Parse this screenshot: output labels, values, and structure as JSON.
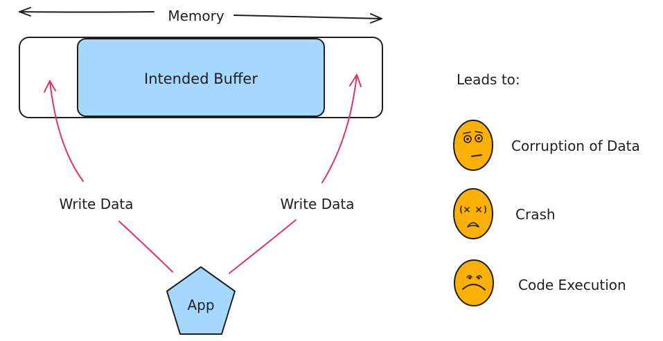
{
  "diagram": {
    "memory_label": "Memory",
    "buffer_label": "Intended Buffer",
    "write_left_label": "Write Data",
    "write_right_label": "Write Data",
    "app_label": "App",
    "leads_to_label": "Leads to:",
    "outcomes": [
      {
        "label": "Corruption of Data",
        "icon": "confused-face-icon"
      },
      {
        "label": "Crash",
        "icon": "distressed-face-icon"
      },
      {
        "label": "Code Execution",
        "icon": "sad-face-icon"
      }
    ]
  },
  "colors": {
    "buffer_fill": "#a5d8ff",
    "app_fill": "#a5d8ff",
    "arrow": "#e03163",
    "face_fill": "#fab005",
    "stroke": "#1e1e1e"
  }
}
